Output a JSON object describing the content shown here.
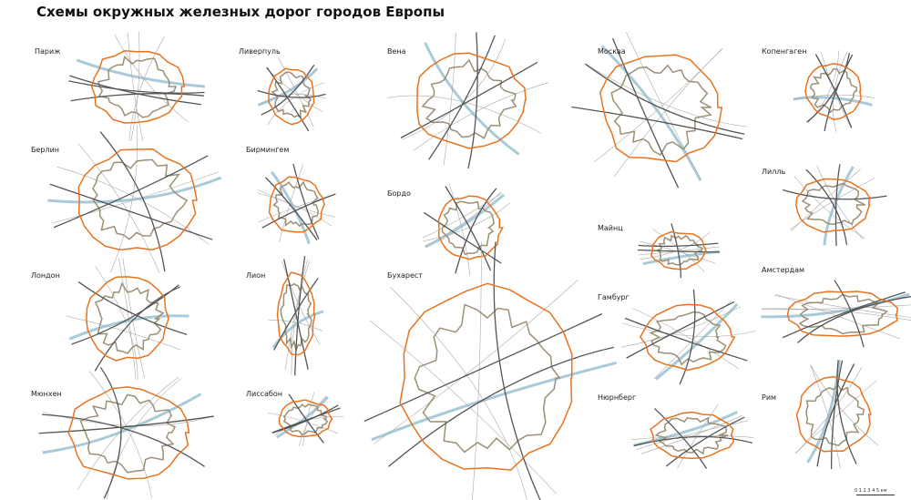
{
  "title": "Схемы окружных железных дорог городов Европы",
  "cities": [
    "Париж",
    "Ливерпуль",
    "Вена",
    "Москва",
    "Копенгаген",
    "Берлин",
    "Бирмингем",
    "Бордо",
    "Лилль",
    "Майнц",
    "Лондон",
    "Лион",
    "Бухарест",
    "Амстердам",
    "Гамбург",
    "Мюнхен",
    "Лиссабон",
    "Нюрнберг",
    "Рим"
  ],
  "scale": {
    "ticks": [
      "0",
      "1",
      "2",
      "3",
      "4",
      "5"
    ],
    "unit": "км"
  },
  "colors": {
    "ring": "#e8731f",
    "rail": "#555555",
    "river": "#a9cbd9",
    "boundary": "#9c8f76",
    "minor": "#aaaaaa"
  }
}
